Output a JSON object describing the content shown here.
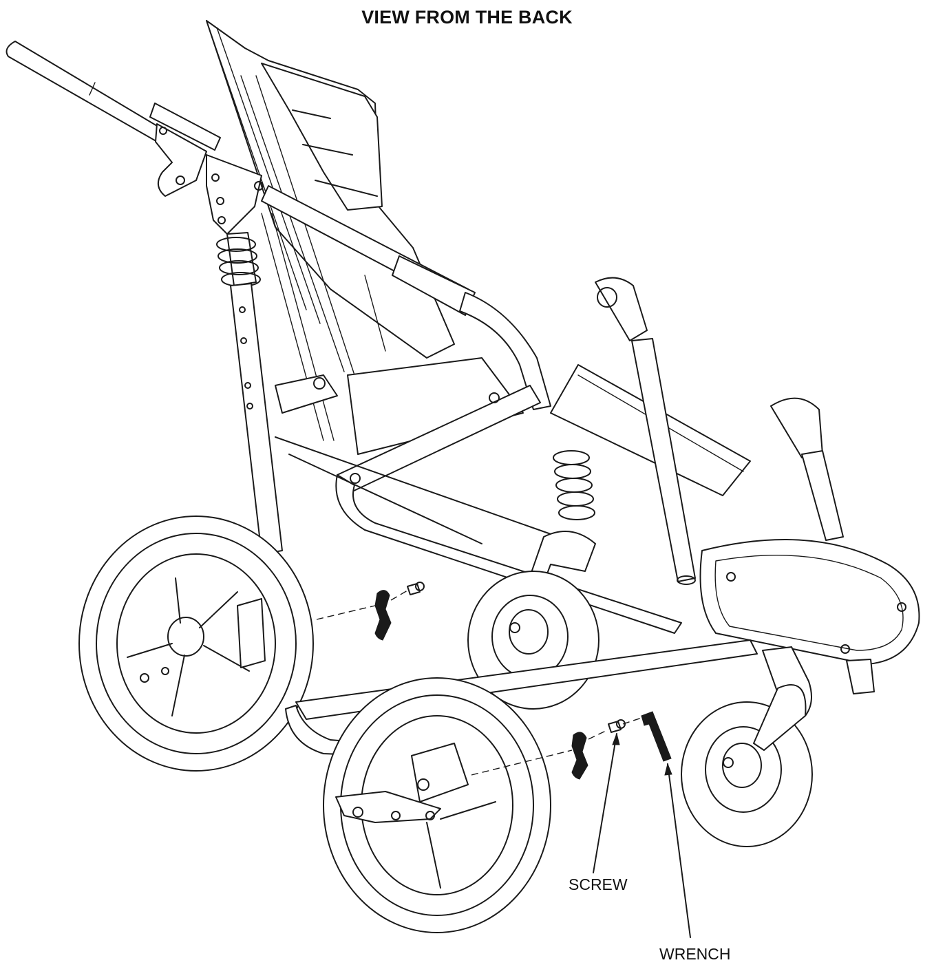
{
  "title": "VIEW FROM THE BACK",
  "callouts": {
    "screw": "SCREW",
    "wrench": "WRENCH"
  },
  "colors": {
    "line": "#1a1a1a",
    "background": "#ffffff"
  }
}
